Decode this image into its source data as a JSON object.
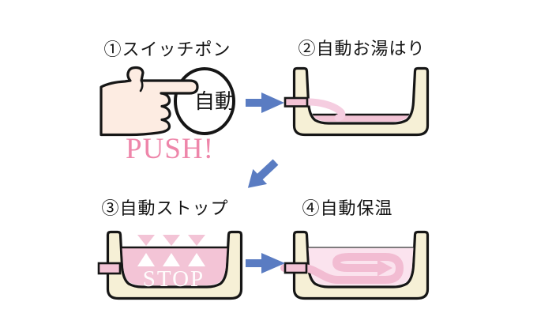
{
  "diagram": {
    "description": "4-step automatic bath filling process",
    "steps": [
      {
        "id": "1",
        "title": "①スイッチポン",
        "button_label": "自動",
        "push_label": "PUSH!"
      },
      {
        "id": "2",
        "title": "②自動お湯はり"
      },
      {
        "id": "3",
        "title": "③自動ストップ",
        "stop_label": "STOP"
      },
      {
        "id": "4",
        "title": "④自動保温"
      }
    ]
  },
  "colors": {
    "arrow_blue": "#5a7cc2",
    "tub_cream": "#f6f0d6",
    "outline_black": "#161616",
    "water_pink": "#f3c4d6",
    "water_light_pink": "#fbe3ee",
    "flow_band_pink": "#f2bcd2",
    "stream_pink": "#f5cde0",
    "spout_pink": "#f3c3d5",
    "hand_skin": "#fdece2",
    "push_pink": "#ee86aa",
    "stop_white": "#ffffff"
  }
}
